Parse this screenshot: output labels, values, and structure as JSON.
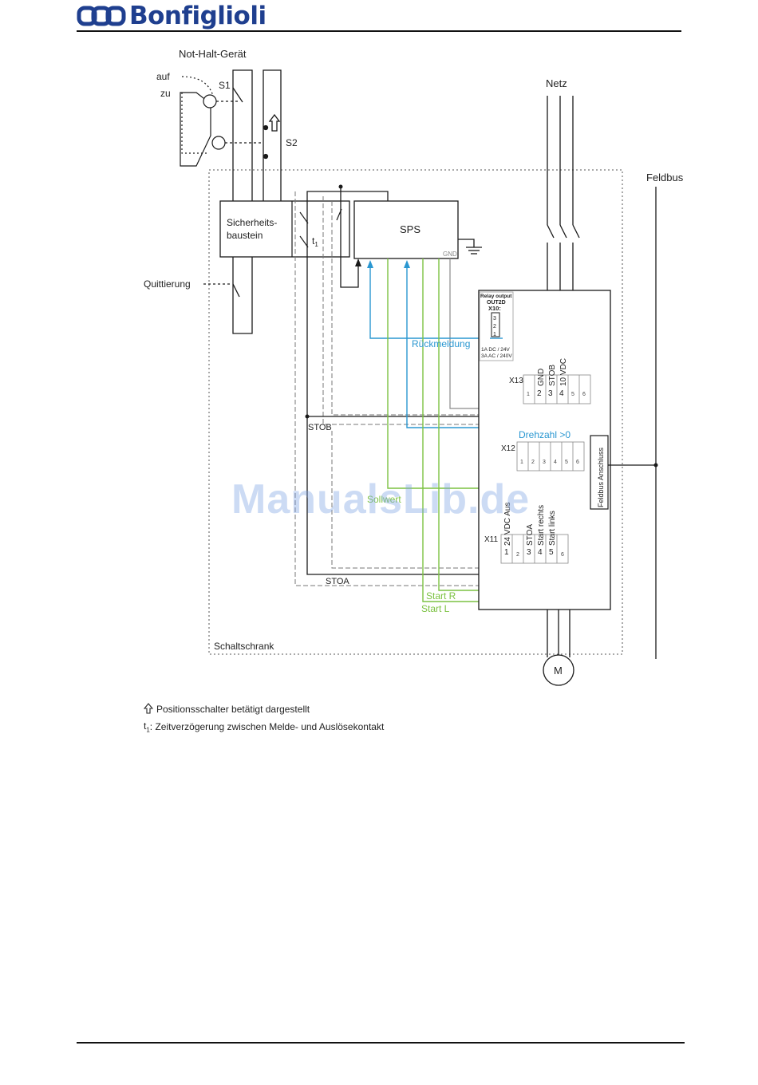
{
  "brand": {
    "name": "Bonfiglioli",
    "color": "#1f3f8f"
  },
  "labels": {
    "not_halt": "Not-Halt-Gerät",
    "auf": "auf",
    "zu": "zu",
    "s1": "S1",
    "s2": "S2",
    "netz": "Netz",
    "feldbus": "Feldbus",
    "sicherheits_1": "Sicherheits-",
    "sicherheits_2": "baustein",
    "t1": "t",
    "t1_sub": "1",
    "sps": "SPS",
    "gnd_small": "GND",
    "quittierung": "Quittierung",
    "relay_title": "Relay output",
    "relay_out": "OUT2D",
    "relay_x10": "X10:",
    "relay_pins": [
      "3",
      "2",
      "1"
    ],
    "relay_spec1": "1A DC / 24V",
    "relay_spec2": "3A AC / 240V",
    "rueckmeldung": "Rückmeldung",
    "x13": "X13",
    "x13_pin_labels": [
      "GND",
      "STOB",
      "10 VDC"
    ],
    "x13_numbers": [
      "1",
      "2",
      "3",
      "4",
      "5",
      "6"
    ],
    "stob": "STOB",
    "drehzahl": "Drehzahl >0",
    "x12": "X12",
    "x12_numbers": [
      "1",
      "2",
      "3",
      "4",
      "5",
      "6"
    ],
    "feldbus_anschluss": "Feldbus Anschluss",
    "sollwert": "Sollwert",
    "x11": "X11",
    "x11_pin_labels": [
      "24 VDC Aus",
      "STOA",
      "Start rechts",
      "Start links"
    ],
    "x11_numbers": [
      "1",
      "2",
      "3",
      "4",
      "5",
      "6"
    ],
    "stoa": "STOA",
    "start_r": "Start R",
    "start_l": "Start L",
    "schaltschrank": "Schaltschrank",
    "motor": "M"
  },
  "notes": {
    "note1": "Positionsschalter betätigt dargestellt",
    "note2_prefix": "t",
    "note2_sub": "1",
    "note2": ": Zeitverzögerung zwischen Melde- und Auslösekontakt"
  },
  "watermark": "ManualsLib.de",
  "colors": {
    "blue": "#2a97d1",
    "green": "#7cc242",
    "gray": "#8a8a8a",
    "line": "#1a1a1a"
  }
}
